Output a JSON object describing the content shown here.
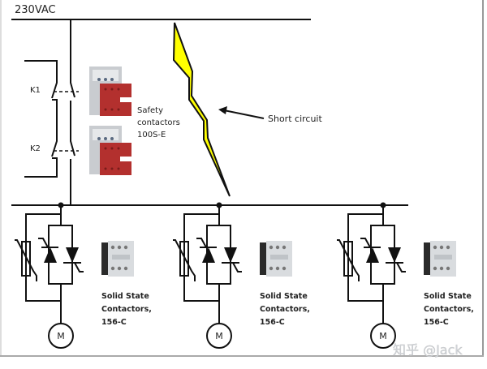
{
  "supply_label": "230VAC",
  "switches": [
    {
      "label": "K1"
    },
    {
      "label": "K2"
    }
  ],
  "safety_contactors": {
    "line1": "Safety",
    "line2": "contactors",
    "line3": "100S-E"
  },
  "fault_label": "Short circuit",
  "branches": [
    {
      "motor_label": "M",
      "line1": "Solid State",
      "line2": "Contactors,",
      "line3": "156-C"
    },
    {
      "motor_label": "M",
      "line1": "Solid State",
      "line2": "Contactors,",
      "line3": "156-C"
    },
    {
      "motor_label": "M",
      "line1": "Solid State",
      "line2": "Contactors,",
      "line3": "156-C"
    }
  ],
  "watermark": "知乎 @Jack",
  "colors": {
    "lightning": "#ffff00",
    "safety_contactor_red": "#b3302e",
    "wire": "#111111"
  }
}
